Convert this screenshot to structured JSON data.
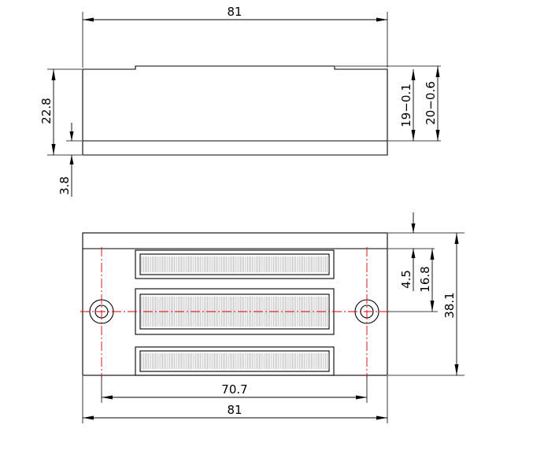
{
  "drawing": {
    "colors": {
      "outline": "#000000",
      "centerline": "#d40000",
      "background": "#ffffff"
    },
    "side_view": {
      "dims": {
        "length": "81",
        "height": "22.8",
        "base_thickness": "3.8",
        "height_minus_tol": "19−0.1",
        "height_minus_tol2": "20−0.6"
      }
    },
    "top_view": {
      "dims": {
        "hole_pitch": "70.7",
        "length": "81",
        "offset": "4.5",
        "center_to_edge": "16.8",
        "width": "38.1"
      }
    }
  }
}
